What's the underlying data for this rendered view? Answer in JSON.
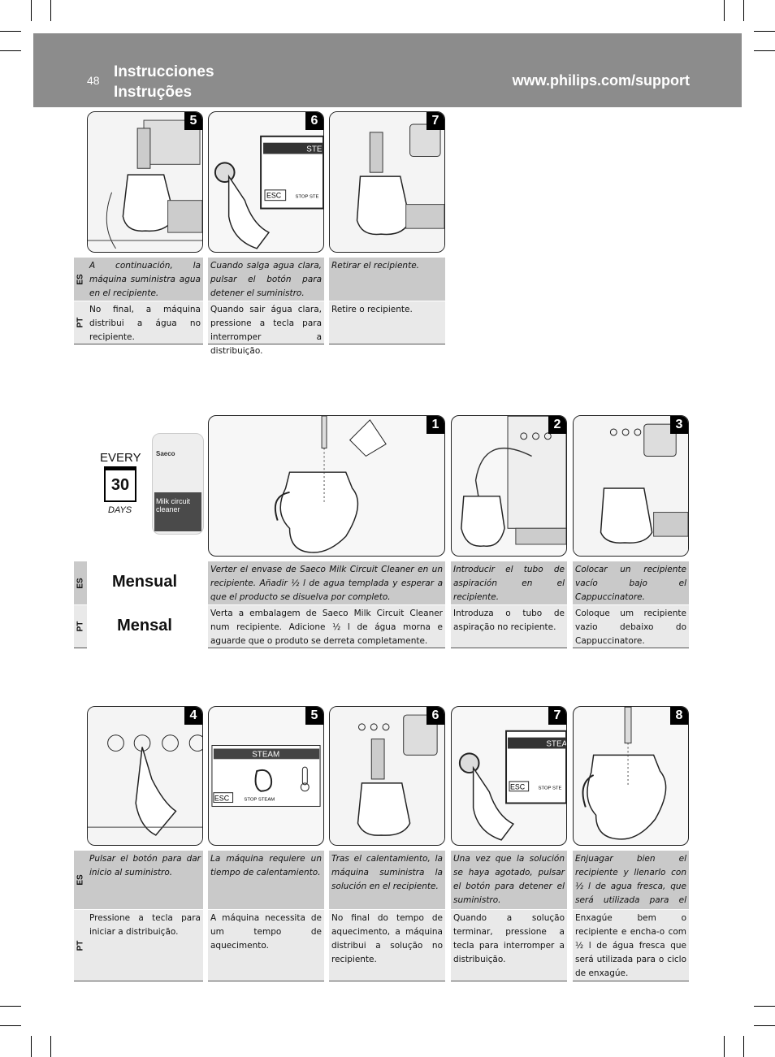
{
  "header": {
    "page_number": "48",
    "title_es": "Instrucciones",
    "title_pt": "Instruções",
    "url": "www.philips.com/support"
  },
  "lang": {
    "es": "ES",
    "pt": "PT"
  },
  "section1": {
    "steps": [
      {
        "num": "5",
        "es": "A continuación, la máquina suministra agua en el recipiente.",
        "pt": "No final, a máquina distribui a água no recipiente."
      },
      {
        "num": "6",
        "es": "Cuando salga agua clara, pulsar el botón para detener el suministro.",
        "pt": "Quando sair água clara, pressione a tecla para interromper a distribuição."
      },
      {
        "num": "7",
        "es": "Retirar el recipiente.",
        "pt": "Retire o recipiente."
      }
    ]
  },
  "section2": {
    "every": "EVERY",
    "days_number": "30",
    "days": "DAYS",
    "product_brand": "Saeco",
    "product_name": "Milk circuit cleaner",
    "monthly_es": "Mensual",
    "monthly_pt": "Mensal",
    "steps": [
      {
        "num": "1",
        "es": "Verter el envase de Saeco Milk Circuit Cleaner en un recipiente. Añadir ½ l de agua templada y esperar a que el producto se disuelva por completo.",
        "pt": "Verta a embalagem de Saeco Milk Circuit Cleaner num recipiente. Adicione ½ l de água morna e aguarde que o produto se derreta completamente."
      },
      {
        "num": "2",
        "es": "Introducir el tubo de aspiración en el recipiente.",
        "pt": "Introduza o tubo de aspiração no recipiente."
      },
      {
        "num": "3",
        "es": "Colocar un recipiente vacío bajo el Cappuccinatore.",
        "pt": "Coloque um recipiente vazio debaixo do Cappuccinatore."
      }
    ]
  },
  "section3": {
    "steps": [
      {
        "num": "4",
        "es": "Pulsar el botón para dar inicio al suministro.",
        "pt": "Pressione a tecla para iniciar a distribuição."
      },
      {
        "num": "5",
        "es": "La máquina requiere un tiempo de calentamiento.",
        "pt": "A máquina necessita de um tempo de aquecimento."
      },
      {
        "num": "6",
        "es": "Tras el calentamiento, la máquina suministra la solución en el recipiente.",
        "pt": "No final do tempo de aquecimento, a máquina distribui a solução no recipiente."
      },
      {
        "num": "7",
        "es": "Una vez que la solución se haya agotado, pulsar el botón para detener el suministro.",
        "pt": "Quando a solução terminar, pressione a tecla para interromper a distribuição."
      },
      {
        "num": "8",
        "es": "Enjuagar bien el recipiente y llenarlo con ½ l de agua fresca, que será utilizada para el ciclo de enjuague.",
        "pt": "Enxagúe bem o recipiente e encha-o com ½ l de água fresca que será utilizada para o ciclo de enxagúe."
      }
    ]
  },
  "screen": {
    "steam": "STEAM",
    "esc": "ESC",
    "stop_steam": "STOP STEAM"
  }
}
